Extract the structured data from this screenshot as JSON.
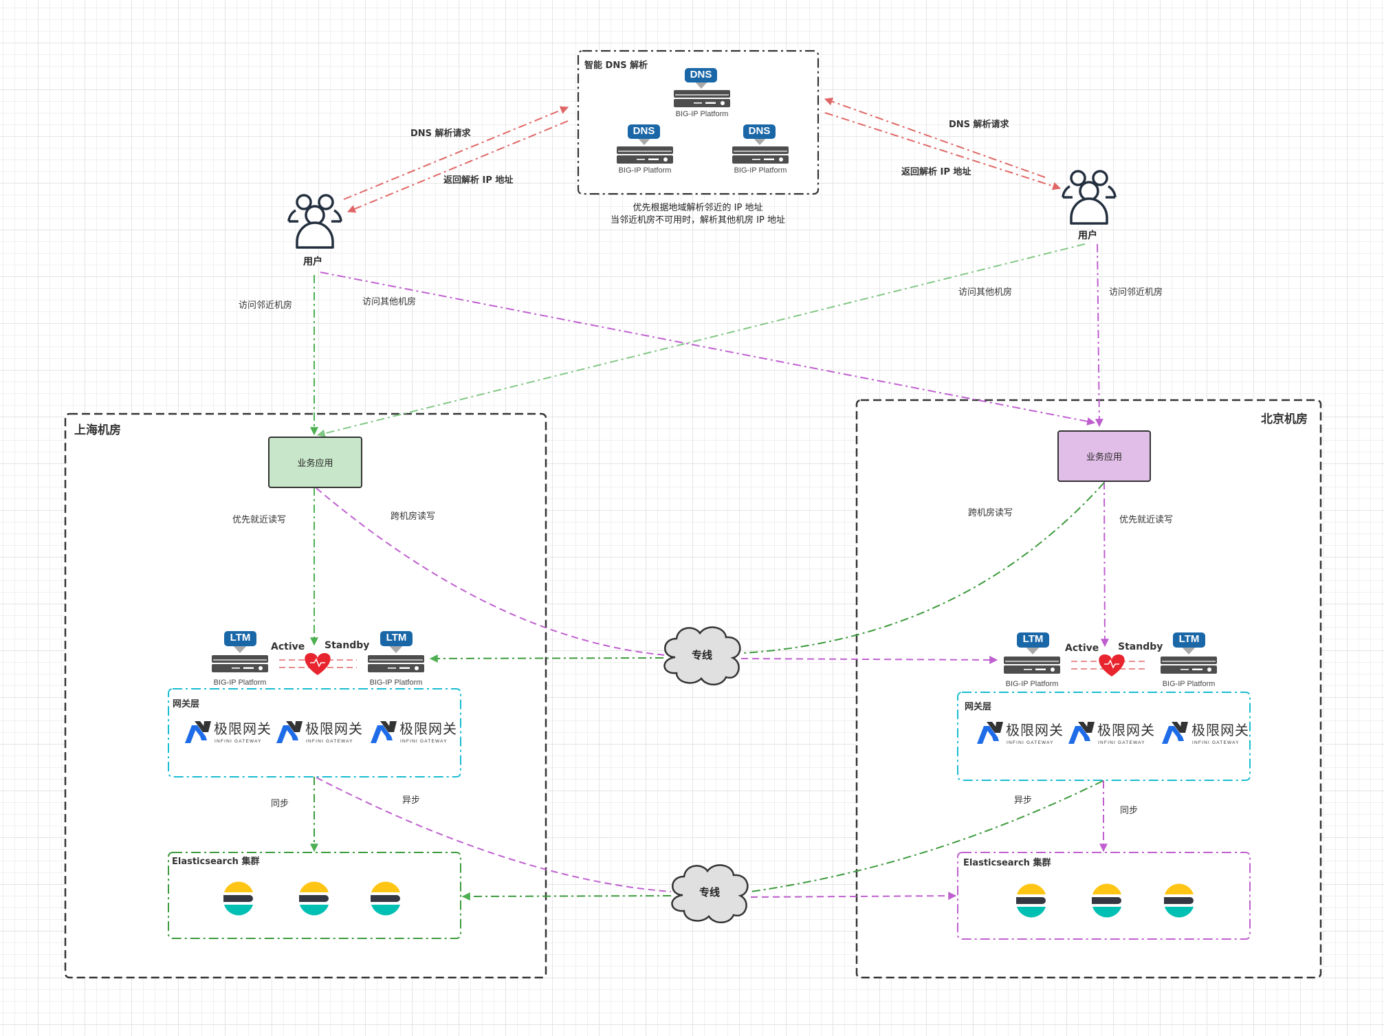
{
  "colors": {
    "red_edge": "#e06666",
    "green_edge": "#4caf50",
    "light_green_edge": "#82c785",
    "purple_edge": "#bf5fcf",
    "cyan_group": "#16bcd0",
    "sh_app_fill": "#c8e6c9",
    "bj_app_fill": "#e1bee7",
    "badge_blue": "#1a67a8",
    "cloud_fill": "#e0e0e0",
    "es_yellow": "#fec514",
    "es_dark": "#343741",
    "es_teal": "#00bfb3",
    "gw_blue": "#1e6ce8",
    "heart_red": "#e8242e"
  },
  "dns": {
    "group_title": "智能 DNS 解析",
    "servers": [
      {
        "badge": "DNS",
        "label": "BIG-IP Platform"
      },
      {
        "badge": "DNS",
        "label": "BIG-IP Platform"
      },
      {
        "badge": "DNS",
        "label": "BIG-IP Platform"
      }
    ],
    "caption_line1": "优先根据地域解析邻近的 IP 地址",
    "caption_line2": "当邻近机房不可用时，解析其他机房 IP 地址"
  },
  "users": {
    "left": {
      "label": "用户",
      "icon": "users-icon"
    },
    "right": {
      "label": "用户",
      "icon": "users-icon"
    }
  },
  "edges": {
    "left_dns_request": "DNS 解析请求",
    "left_dns_return": "返回解析 IP 地址",
    "right_dns_request": "DNS 解析请求",
    "right_dns_return": "返回解析 IP 地址",
    "left_visit_near": "访问邻近机房",
    "left_visit_other": "访问其他机房",
    "right_visit_other": "访问其他机房",
    "right_visit_near": "访问邻近机房",
    "sh_near_rw": "优先就近读写",
    "sh_cross_rw": "跨机房读写",
    "bj_cross_rw": "跨机房读写",
    "bj_near_rw": "优先就近读写",
    "sh_sync": "同步",
    "sh_async": "异步",
    "bj_async": "异步",
    "bj_sync": "同步"
  },
  "rooms": {
    "shanghai": {
      "title": "上海机房",
      "app": "业务应用",
      "ltm": [
        {
          "badge": "LTM",
          "label": "BIG-IP Platform"
        },
        {
          "badge": "LTM",
          "label": "BIG-IP Platform"
        }
      ],
      "active": "Active",
      "standby": "Standby",
      "gateway_group": "网关层",
      "gateways": [
        {
          "name_cn": "极限网关",
          "name_en": "INFINI GATEWAY"
        },
        {
          "name_cn": "极限网关",
          "name_en": "INFINI GATEWAY"
        },
        {
          "name_cn": "极限网关",
          "name_en": "INFINI GATEWAY"
        }
      ],
      "es_group": "Elasticsearch 集群",
      "es_nodes": 3
    },
    "beijing": {
      "title": "北京机房",
      "app": "业务应用",
      "ltm": [
        {
          "badge": "LTM",
          "label": "BIG-IP Platform"
        },
        {
          "badge": "LTM",
          "label": "BIG-IP Platform"
        }
      ],
      "active": "Active",
      "standby": "Standby",
      "gateway_group": "网关层",
      "gateways": [
        {
          "name_cn": "极限网关",
          "name_en": "INFINI GATEWAY"
        },
        {
          "name_cn": "极限网关",
          "name_en": "INFINI GATEWAY"
        },
        {
          "name_cn": "极限网关",
          "name_en": "INFINI GATEWAY"
        }
      ],
      "es_group": "Elasticsearch 集群",
      "es_nodes": 3
    }
  },
  "links": {
    "upper": "专线",
    "lower": "专线"
  }
}
